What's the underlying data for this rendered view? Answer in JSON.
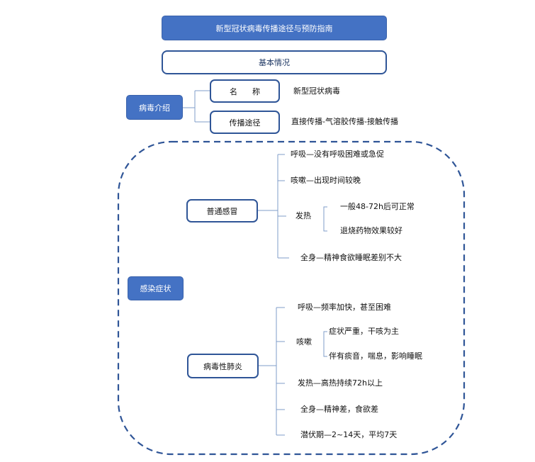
{
  "title": "新型冠状病毒传播途径与预防指南",
  "basic": {
    "heading": "基本情况",
    "virus_intro": "病毒介绍",
    "name_label": "名      称",
    "name_value": "新型冠状病毒",
    "route_label": "传播途径",
    "route_value": "直接传播-气溶胶传播-接触传播"
  },
  "symptoms": {
    "heading": "感染症状",
    "cold": {
      "label": "普通感冒",
      "breath": "呼吸—没有呼吸困难或急促",
      "cough": "咳嗽—出现时间较晚",
      "fever": "发热",
      "fever_a": "一般48-72h后可正常",
      "fever_b": "退烧药物效果较好",
      "body": "全身—精神食欲睡眠差别不大"
    },
    "pneumonia": {
      "label": "病毒性肺炎",
      "breath": "呼吸—频率加快，甚至困难",
      "cough": "咳嗽",
      "cough_a": "症状严重，干咳为主",
      "cough_b": "伴有痰音，喘息，影响睡眠",
      "fever": "发热—高热持续72h以上",
      "body": "全身—精神差，食欲差",
      "incubation": "潜伏期—2~14天，平均7天"
    }
  }
}
